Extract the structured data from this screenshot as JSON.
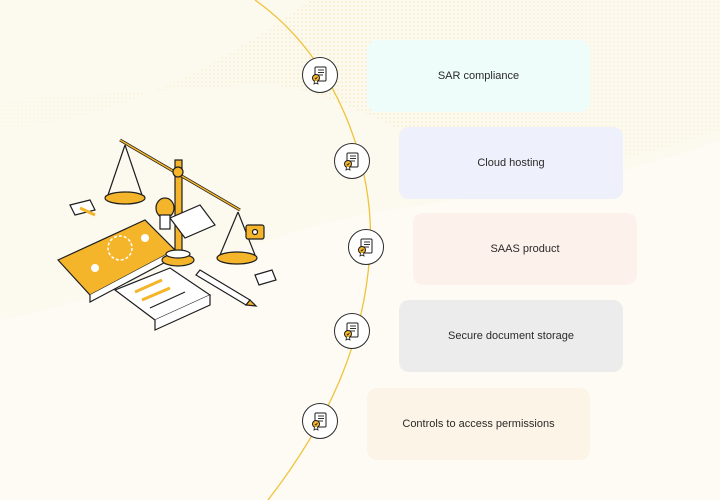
{
  "items": [
    {
      "label": "SAR compliance",
      "icon": "document-certificate-icon",
      "color": "#eefcfa"
    },
    {
      "label": "Cloud hosting",
      "icon": "document-certificate-icon",
      "color": "#eef0fb"
    },
    {
      "label": "SAAS product",
      "icon": "document-certificate-icon",
      "color": "#fdf1ec"
    },
    {
      "label": "Secure document storage",
      "icon": "document-certificate-icon",
      "color": "#ececec"
    },
    {
      "label": "Controls to access permissions",
      "icon": "document-certificate-icon",
      "color": "#fcf4e6"
    }
  ],
  "colors": {
    "accent": "#f4b52a",
    "dots": "#f2cf72",
    "background": "#fdfbf4",
    "line": "#f0c33a"
  },
  "illustration": "legal-scale-phone-documents-illustration"
}
